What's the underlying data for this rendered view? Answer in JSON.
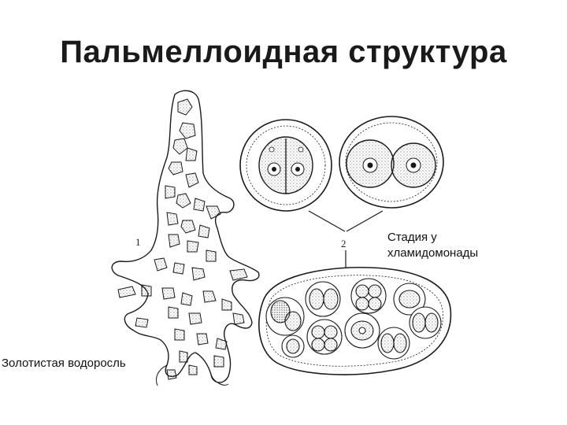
{
  "title": "Пальмеллоидная структура",
  "labels": {
    "stage_line1": "Стадия у",
    "stage_line2": "хламидомонады",
    "alga": "Золотистая водоросль"
  },
  "figure_numbers": {
    "one": "1",
    "two": "2"
  },
  "colors": {
    "ink": "#1a1a1a",
    "stipple": "#555555",
    "paper": "#ffffff"
  }
}
